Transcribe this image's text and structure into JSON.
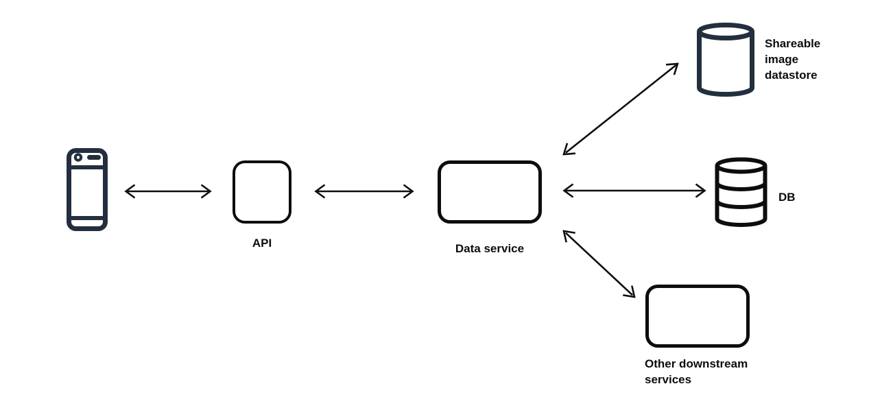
{
  "colors": {
    "background": "#ffffff",
    "ink": "#0d0d0d",
    "navy": "#232f3e"
  },
  "nodes": {
    "client_phone": {
      "icon": "smartphone-icon"
    },
    "api": {
      "label": "API"
    },
    "data_service": {
      "label": "Data service"
    },
    "shareable_image_datastore": {
      "icon": "database-cylinder-icon",
      "label_lines": [
        "Shareable",
        "image",
        "datastore"
      ]
    },
    "db": {
      "icon": "database-stack-icon",
      "label": "DB"
    },
    "other_downstream_services": {
      "label_lines": [
        "Other downstream",
        "services"
      ]
    }
  },
  "edges": [
    {
      "from": "client_phone",
      "to": "api",
      "style": "bidirectional-arrow"
    },
    {
      "from": "api",
      "to": "data_service",
      "style": "bidirectional-arrow"
    },
    {
      "from": "data_service",
      "to": "shareable_image_datastore",
      "style": "bidirectional-arrow"
    },
    {
      "from": "data_service",
      "to": "db",
      "style": "bidirectional-arrow"
    },
    {
      "from": "data_service",
      "to": "other_downstream_services",
      "style": "bidirectional-arrow"
    }
  ]
}
